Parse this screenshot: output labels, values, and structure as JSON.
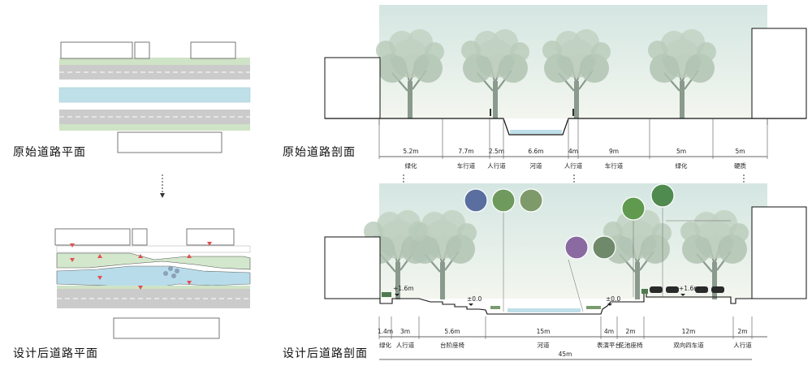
{
  "titles": {
    "orig_plan": "原始道路平面",
    "orig_section": "原始道路剖面",
    "design_plan": "设计后道路平面",
    "design_section": "设计后道路剖面"
  },
  "orig_section": {
    "segments": [
      {
        "width": "5.2m",
        "label": "绿化"
      },
      {
        "width": "7.7m",
        "label": "车行道"
      },
      {
        "width": "2.5m",
        "label": "人行道"
      },
      {
        "width": "6.6m",
        "label": "河道"
      },
      {
        "width": "4m",
        "label": "人行道"
      },
      {
        "width": "9m",
        "label": "车行道"
      },
      {
        "width": "5m",
        "label": "绿化"
      },
      {
        "width": "5m",
        "label": "硬质"
      }
    ]
  },
  "design_section": {
    "segments": [
      {
        "width": "1.4m",
        "label": "绿化"
      },
      {
        "width": "3m",
        "label": "人行道"
      },
      {
        "width": "5.6m",
        "label": "台阶座椅"
      },
      {
        "width": "15m",
        "label": "河道"
      },
      {
        "width": "4m",
        "label": "表演平台"
      },
      {
        "width": "2m",
        "label": "花池座椅"
      },
      {
        "width": "12m",
        "label": "双向四车道"
      },
      {
        "width": "2m",
        "label": "人行道"
      }
    ],
    "total": "45m",
    "levels": {
      "left_high": "+1.6m",
      "left_low": "±0.0",
      "right_low": "±0.0",
      "right_high": "+1.6m"
    }
  }
}
